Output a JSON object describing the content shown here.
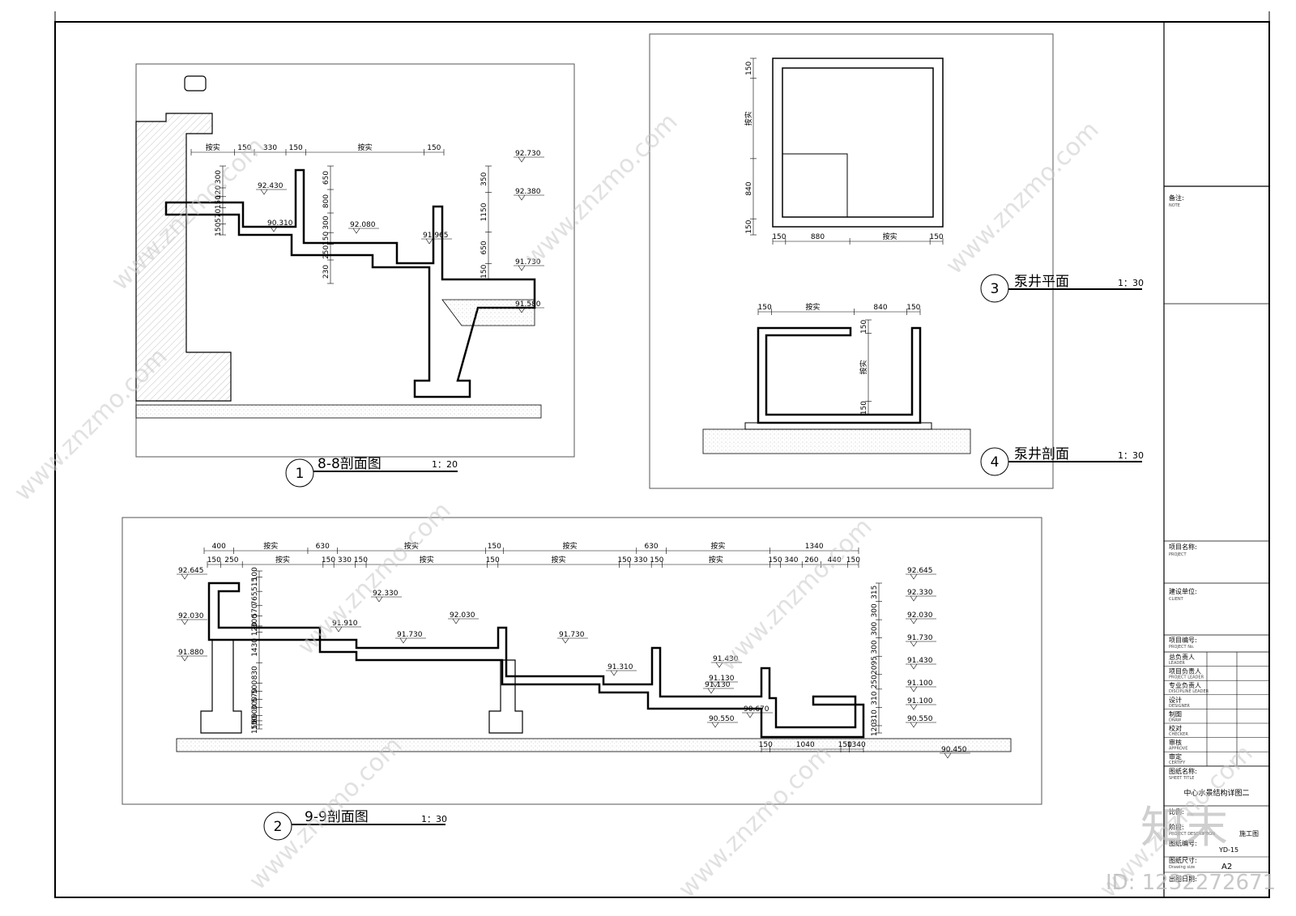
{
  "watermark": {
    "text": "www.znzmo.com",
    "brand": "知末",
    "id": "ID: 1232272671"
  },
  "drawings": {
    "d1": {
      "num": "1",
      "title": "8-8剖面图",
      "scale": "1：20",
      "dims_top": [
        "按实",
        "150",
        "330",
        "150",
        "按实",
        "150"
      ],
      "dims_left": [
        "300",
        "120",
        "150",
        "570",
        "150"
      ],
      "dims_mid": [
        "650",
        "800",
        "300",
        "150",
        "250",
        "230"
      ],
      "dims_right": [
        "350",
        "1150",
        "650",
        "150"
      ],
      "levels": [
        "92.730",
        "92.430",
        "92.380",
        "90.310",
        "92.080",
        "91.965",
        "91.730",
        "91.580"
      ]
    },
    "d2": {
      "num": "2",
      "title": "9-9剖面图",
      "scale": "1：30",
      "dims_top1": [
        "400",
        "按实",
        "630",
        "按实",
        "150",
        "按实",
        "630",
        "按实",
        "1340"
      ],
      "dims_top2": [
        "150",
        "250",
        "按实",
        "150",
        "330",
        "150",
        "按实",
        "150",
        "按实",
        "150",
        "330",
        "150",
        "按实",
        "150",
        "340",
        "260",
        "440",
        "150"
      ],
      "dims_right": [
        "315",
        "300",
        "300",
        "300",
        "2095",
        "250",
        "310",
        "310",
        "120"
      ],
      "dims_left": [
        "100",
        "515",
        "765",
        "570",
        "300",
        "120",
        "1430",
        "830",
        "500",
        "570",
        "300",
        "500",
        "80",
        "150",
        "150"
      ],
      "dims_bottom": [
        "150",
        "1040",
        "150",
        "1340"
      ],
      "levels": [
        "92.645",
        "92.030",
        "91.880",
        "92.330",
        "91.910",
        "92.030",
        "91.730",
        "91.730",
        "91.310",
        "91.130",
        "91.430",
        "91.130",
        "90.550",
        "90.670",
        "90.450",
        "92.645",
        "92.330",
        "92.030",
        "91.730",
        "91.430",
        "91.100",
        "91.100",
        "90.550"
      ]
    },
    "d3": {
      "num": "3",
      "title": "泵井平面",
      "scale": "1：30",
      "dims_left": [
        "150",
        "按实",
        "840",
        "150"
      ],
      "dims_bottom": [
        "150",
        "880",
        "按实",
        "150"
      ]
    },
    "d4": {
      "num": "4",
      "title": "泵井剖面",
      "scale": "1：30",
      "dims_top": [
        "150",
        "按实",
        "840",
        "150"
      ],
      "dims_left": [
        "150",
        "按实",
        "150"
      ]
    }
  },
  "title_block": {
    "note": "备注:",
    "note_en": "NOTE",
    "project": "项目名称:",
    "project_en": "PROJECT",
    "client": "建设单位:",
    "client_en": "CLIENT",
    "project_no": "项目编号:",
    "project_no_en": "PROJECT No.",
    "roles": [
      {
        "cn": "总负责人",
        "en": "LEADER"
      },
      {
        "cn": "项目负责人",
        "en": "PROJECT LEADER"
      },
      {
        "cn": "专业负责人",
        "en": "DISCIPLINE LEADER"
      },
      {
        "cn": "设计",
        "en": "DESIGNER"
      },
      {
        "cn": "制图",
        "en": "DRAW"
      },
      {
        "cn": "校对",
        "en": "CHECKER"
      },
      {
        "cn": "审核",
        "en": "APPROVE"
      },
      {
        "cn": "审定",
        "en": "CERTIFY"
      }
    ],
    "sheet_title_label": "图纸名称:",
    "sheet_title_en": "SHEET TITLE",
    "sheet_title": "中心水景结构详图二",
    "scale_label": "比例:",
    "stage_label": "阶段:",
    "stage_en": "PROJECT DESCRIPTION",
    "stage": "施工图",
    "sheet_no_label": "图纸编号:",
    "sheet_no": "YD-15",
    "size_label": "图纸尺寸:",
    "size_en": "Drawing size",
    "size": "A2",
    "date_label": "出图日期:"
  }
}
